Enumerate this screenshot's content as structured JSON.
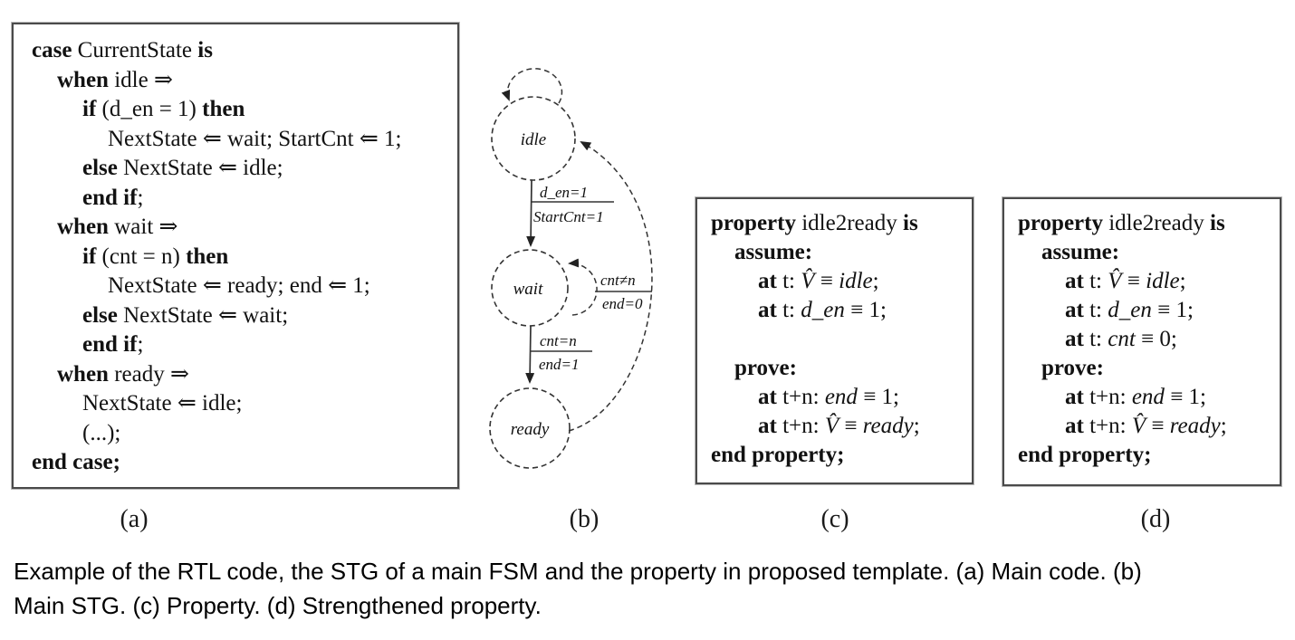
{
  "labels": {
    "a": "(a)",
    "b": "(b)",
    "c": "(c)",
    "d": "(d)"
  },
  "caption": {
    "line1": "Example of the RTL code, the STG of a main FSM and the property in proposed template. (a) Main code. (b)",
    "line2": "Main STG. (c) Property. (d) Strengthened property."
  },
  "code_panel": {
    "lines": [
      {
        "indent": 0,
        "seg": [
          {
            "t": "case ",
            "s": "b"
          },
          {
            "t": "CurrentState "
          },
          {
            "t": "is",
            "s": "b"
          }
        ]
      },
      {
        "indent": 1,
        "seg": [
          {
            "t": "when ",
            "s": "b"
          },
          {
            "t": "idle ⇒"
          }
        ]
      },
      {
        "indent": 2,
        "seg": [
          {
            "t": "if ",
            "s": "b"
          },
          {
            "t": "(d_en = 1) "
          },
          {
            "t": "then",
            "s": "b"
          }
        ]
      },
      {
        "indent": 3,
        "seg": [
          {
            "t": "NextState ⇐ wait; StartCnt ⇐ 1;"
          }
        ]
      },
      {
        "indent": 2,
        "seg": [
          {
            "t": "else ",
            "s": "b"
          },
          {
            "t": "NextState ⇐ idle;"
          }
        ]
      },
      {
        "indent": 2,
        "seg": [
          {
            "t": "end if",
            "s": "b"
          },
          {
            "t": ";"
          }
        ]
      },
      {
        "indent": 1,
        "seg": [
          {
            "t": "when ",
            "s": "b"
          },
          {
            "t": "wait ⇒"
          }
        ]
      },
      {
        "indent": 2,
        "seg": [
          {
            "t": "if ",
            "s": "b"
          },
          {
            "t": "(cnt = n) "
          },
          {
            "t": "then",
            "s": "b"
          }
        ]
      },
      {
        "indent": 3,
        "seg": [
          {
            "t": "NextState ⇐ ready; end ⇐ 1;"
          }
        ]
      },
      {
        "indent": 2,
        "seg": [
          {
            "t": "else ",
            "s": "b"
          },
          {
            "t": "NextState ⇐ wait;"
          }
        ]
      },
      {
        "indent": 2,
        "seg": [
          {
            "t": "end if",
            "s": "b"
          },
          {
            "t": ";"
          }
        ]
      },
      {
        "indent": 1,
        "seg": [
          {
            "t": "when ",
            "s": "b"
          },
          {
            "t": "ready ⇒"
          }
        ]
      },
      {
        "indent": 2,
        "seg": [
          {
            "t": "NextState ⇐ idle;"
          }
        ]
      },
      {
        "indent": 2,
        "seg": [
          {
            "t": "(...);"
          }
        ]
      },
      {
        "indent": 0,
        "seg": [
          {
            "t": "end case;",
            "s": "b"
          }
        ]
      }
    ]
  },
  "property_panel": {
    "lines": [
      {
        "indent": 0,
        "seg": [
          {
            "t": "property ",
            "s": "b"
          },
          {
            "t": "idle2ready "
          },
          {
            "t": "is",
            "s": "b"
          }
        ]
      },
      {
        "indent": 1,
        "seg": [
          {
            "t": "assume:",
            "s": "b"
          }
        ]
      },
      {
        "indent": 2,
        "seg": [
          {
            "t": "at ",
            "s": "b"
          },
          {
            "t": "t: "
          },
          {
            "t": "V̂",
            "s": "i"
          },
          {
            "t": " ≡ "
          },
          {
            "t": "idle",
            "s": "i"
          },
          {
            "t": ";"
          }
        ]
      },
      {
        "indent": 2,
        "seg": [
          {
            "t": "at ",
            "s": "b"
          },
          {
            "t": "t: "
          },
          {
            "t": "d_en",
            "s": "i"
          },
          {
            "t": " ≡ 1;"
          }
        ]
      },
      {
        "indent": 2,
        "blank": true
      },
      {
        "indent": 1,
        "seg": [
          {
            "t": "prove:",
            "s": "b"
          }
        ]
      },
      {
        "indent": 2,
        "seg": [
          {
            "t": "at ",
            "s": "b"
          },
          {
            "t": "t+n: "
          },
          {
            "t": "end",
            "s": "i"
          },
          {
            "t": " ≡ 1;"
          }
        ]
      },
      {
        "indent": 2,
        "seg": [
          {
            "t": "at ",
            "s": "b"
          },
          {
            "t": "t+n: "
          },
          {
            "t": "V̂",
            "s": "i"
          },
          {
            "t": " ≡ "
          },
          {
            "t": "ready",
            "s": "i"
          },
          {
            "t": ";"
          }
        ]
      },
      {
        "indent": 0,
        "seg": [
          {
            "t": "end property;",
            "s": "b"
          }
        ]
      }
    ]
  },
  "strengthened_panel": {
    "lines": [
      {
        "indent": 0,
        "seg": [
          {
            "t": "property ",
            "s": "b"
          },
          {
            "t": "idle2ready "
          },
          {
            "t": "is",
            "s": "b"
          }
        ]
      },
      {
        "indent": 1,
        "seg": [
          {
            "t": "assume:",
            "s": "b"
          }
        ]
      },
      {
        "indent": 2,
        "seg": [
          {
            "t": "at ",
            "s": "b"
          },
          {
            "t": "t: "
          },
          {
            "t": "V̂",
            "s": "i"
          },
          {
            "t": " ≡ "
          },
          {
            "t": "idle",
            "s": "i"
          },
          {
            "t": ";"
          }
        ]
      },
      {
        "indent": 2,
        "seg": [
          {
            "t": "at ",
            "s": "b"
          },
          {
            "t": "t: "
          },
          {
            "t": "d_en",
            "s": "i"
          },
          {
            "t": " ≡ 1;"
          }
        ]
      },
      {
        "indent": 2,
        "seg": [
          {
            "t": "at ",
            "s": "b"
          },
          {
            "t": "t: "
          },
          {
            "t": "cnt",
            "s": "i"
          },
          {
            "t": " ≡ 0;"
          }
        ]
      },
      {
        "indent": 1,
        "seg": [
          {
            "t": "prove:",
            "s": "b"
          }
        ]
      },
      {
        "indent": 2,
        "seg": [
          {
            "t": "at ",
            "s": "b"
          },
          {
            "t": "t+n: "
          },
          {
            "t": "end",
            "s": "i"
          },
          {
            "t": " ≡ 1;"
          }
        ]
      },
      {
        "indent": 2,
        "seg": [
          {
            "t": "at ",
            "s": "b"
          },
          {
            "t": "t+n: "
          },
          {
            "t": "V̂",
            "s": "i"
          },
          {
            "t": " ≡ "
          },
          {
            "t": "ready",
            "s": "i"
          },
          {
            "t": ";"
          }
        ]
      },
      {
        "indent": 0,
        "seg": [
          {
            "t": "end property;",
            "s": "b"
          }
        ]
      }
    ]
  },
  "stg": {
    "states": [
      {
        "name": "idle"
      },
      {
        "name": "wait"
      },
      {
        "name": "ready"
      }
    ],
    "transitions": [
      {
        "from": "idle",
        "to": "wait",
        "condition": "d_en=1",
        "action": "StartCnt=1"
      },
      {
        "from": "wait",
        "to": "wait",
        "condition": "cnt≠n",
        "action": "end=0"
      },
      {
        "from": "wait",
        "to": "ready",
        "condition": "cnt=n",
        "action": "end=1"
      },
      {
        "from": "ready",
        "to": "idle",
        "condition": "",
        "action": ""
      }
    ],
    "ink_color": "#333333"
  }
}
